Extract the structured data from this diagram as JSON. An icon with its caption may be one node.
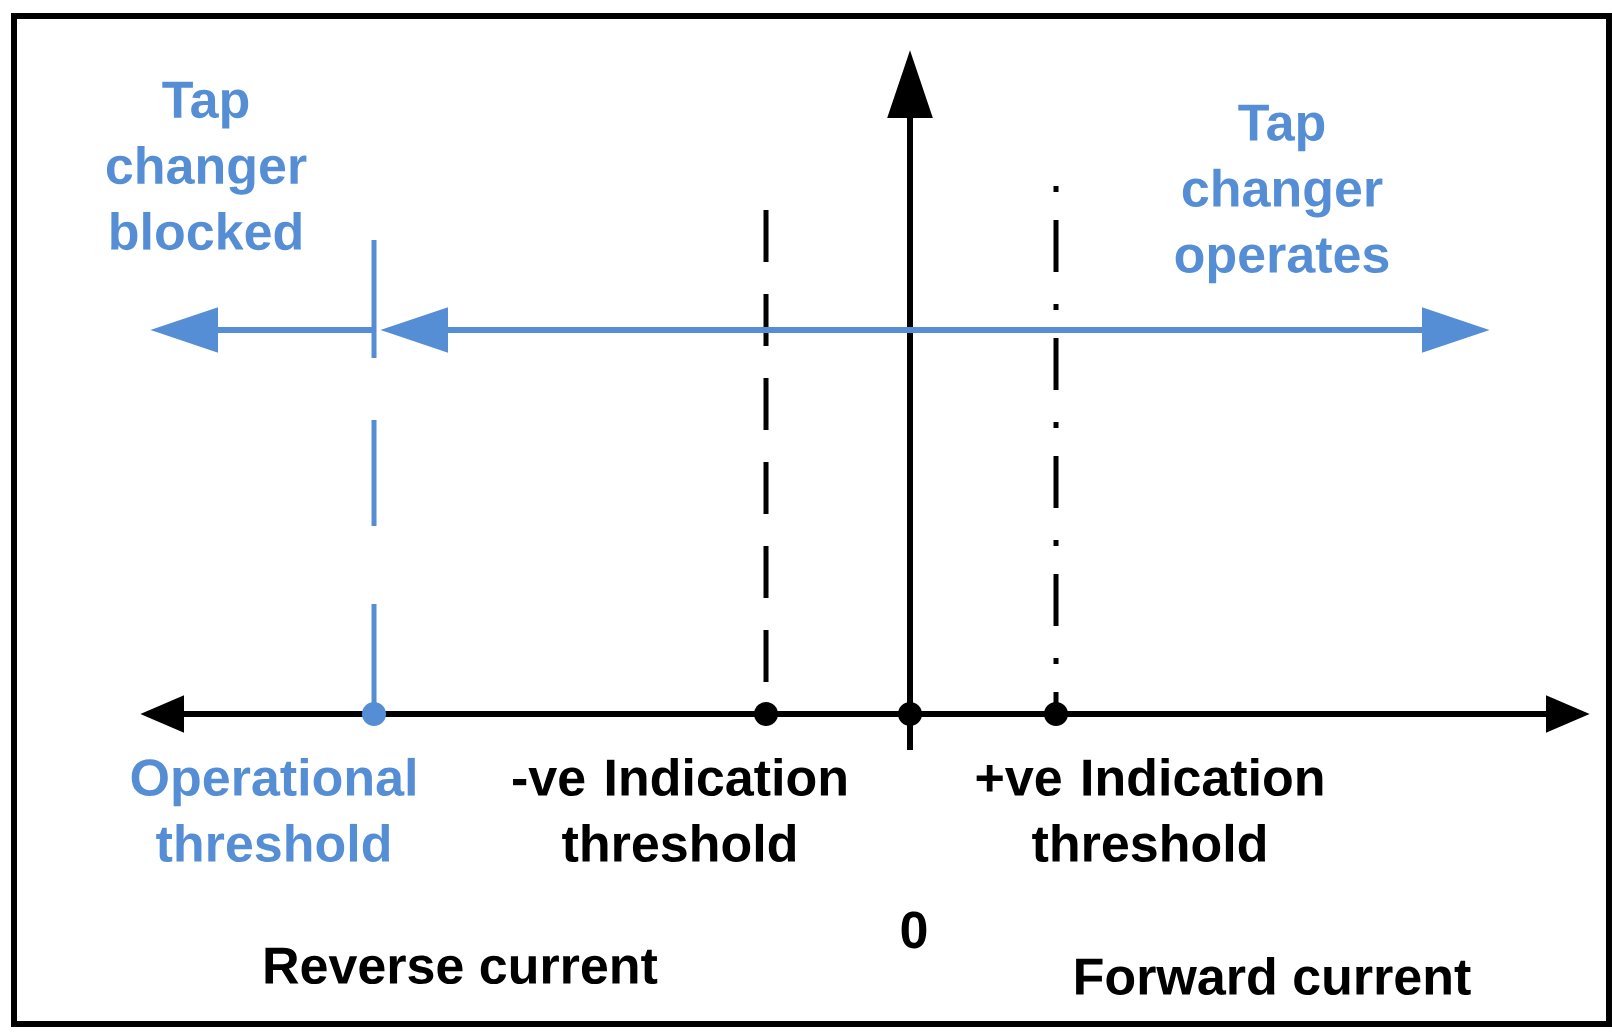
{
  "diagram": {
    "labels": [
      "Tap changer blocked",
      "Tap changer operates",
      "Operational threshold",
      "-ve Indication threshold",
      "+ve Indication threshold",
      "0",
      "Reverse current",
      "Forward current"
    ]
  }
}
